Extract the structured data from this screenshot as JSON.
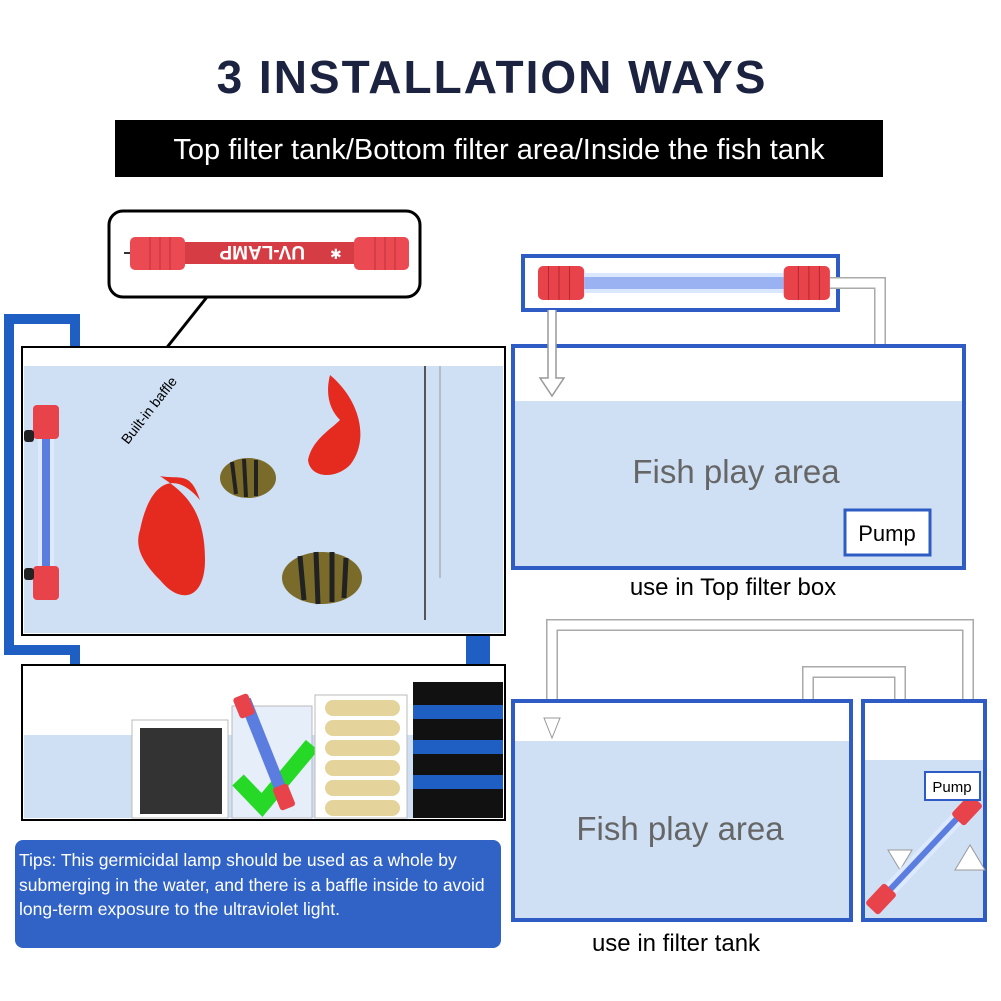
{
  "header": {
    "title": "3 INSTALLATION WAYS",
    "subtitle": "Top filter tank/Bottom filter area/Inside the fish tank"
  },
  "callout": {
    "lamp_label": "UV-LAMP",
    "baffle_label": "Built-in baffle"
  },
  "tips": {
    "text": "Tips: This germicidal lamp should be used as a whole by submerging in the water, and there is a baffle inside to avoid long-term exposure to the ultraviolet light."
  },
  "top_filter": {
    "area_label": "Fish play area",
    "pump_label": "Pump",
    "caption": "use in Top filter box"
  },
  "filter_tank": {
    "area_label": "Fish play area",
    "pump_label": "Pump",
    "caption": "use in filter tank"
  },
  "colors": {
    "title": "#1b2340",
    "banner": "#000000",
    "pipe_blue": "#1f5fc4",
    "water": "#cfe0f5",
    "lamp_red": "#e8424a",
    "tips_bg": "#3163c6"
  }
}
